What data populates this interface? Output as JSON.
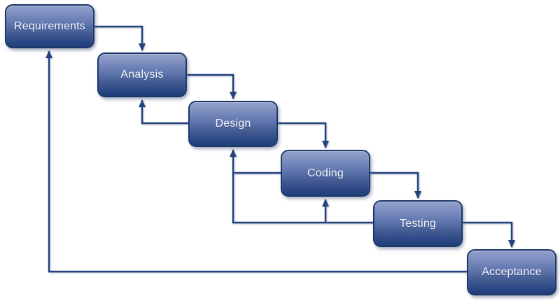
{
  "diagram": {
    "type": "flowchart",
    "phases": [
      {
        "label": "Requirements"
      },
      {
        "label": "Analysis"
      },
      {
        "label": "Design"
      },
      {
        "label": "Coding"
      },
      {
        "label": "Testing"
      },
      {
        "label": "Acceptance"
      }
    ],
    "flow": {
      "forward": [
        "Requirements -> Analysis",
        "Analysis -> Design",
        "Design -> Coding",
        "Coding -> Testing",
        "Testing -> Acceptance"
      ],
      "feedback": [
        "Design -> Analysis",
        "Coding -> Design",
        "Testing -> Coding",
        "Testing -> Design",
        "Acceptance -> Requirements"
      ]
    },
    "colors": {
      "background": "#ffffff",
      "connector": "#24437e",
      "box_border": "#1b3768",
      "box_gradient_top": "#93a0c9",
      "box_gradient_bottom": "#223e78",
      "box_text": "#ffffff"
    }
  }
}
